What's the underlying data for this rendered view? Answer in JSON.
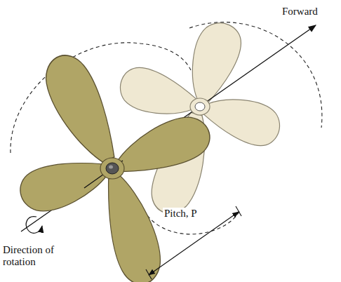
{
  "diagram": {
    "labels": [
      "Forward",
      "Direction of rotation",
      "Pitch, P"
    ]
  }
}
